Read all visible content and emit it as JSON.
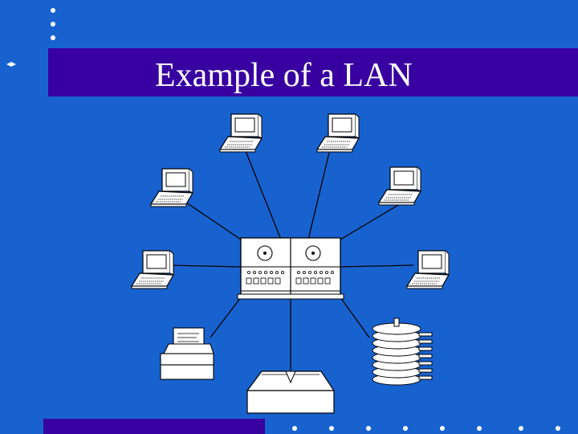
{
  "slide": {
    "title": "Example of a LAN",
    "colors": {
      "background": "#1862cf",
      "title_bar": "#3800a0",
      "title_text": "#ffffff",
      "device_fill": "#ffffff",
      "line": "#000000",
      "bullet": "#ffffff"
    }
  },
  "diagram": {
    "center": {
      "icon": "mainframe-server-icon"
    },
    "nodes": [
      {
        "name": "workstation-top-left",
        "icon": "computer-terminal-icon"
      },
      {
        "name": "workstation-top-right",
        "icon": "computer-terminal-icon"
      },
      {
        "name": "workstation-upper-left",
        "icon": "computer-terminal-icon"
      },
      {
        "name": "workstation-upper-right",
        "icon": "computer-terminal-icon"
      },
      {
        "name": "workstation-middle-left",
        "icon": "computer-terminal-icon"
      },
      {
        "name": "workstation-middle-right",
        "icon": "computer-terminal-icon"
      },
      {
        "name": "printer",
        "icon": "printer-icon"
      },
      {
        "name": "disk-storage",
        "icon": "disk-stack-icon"
      },
      {
        "name": "plotter",
        "icon": "plotter-icon"
      }
    ]
  }
}
